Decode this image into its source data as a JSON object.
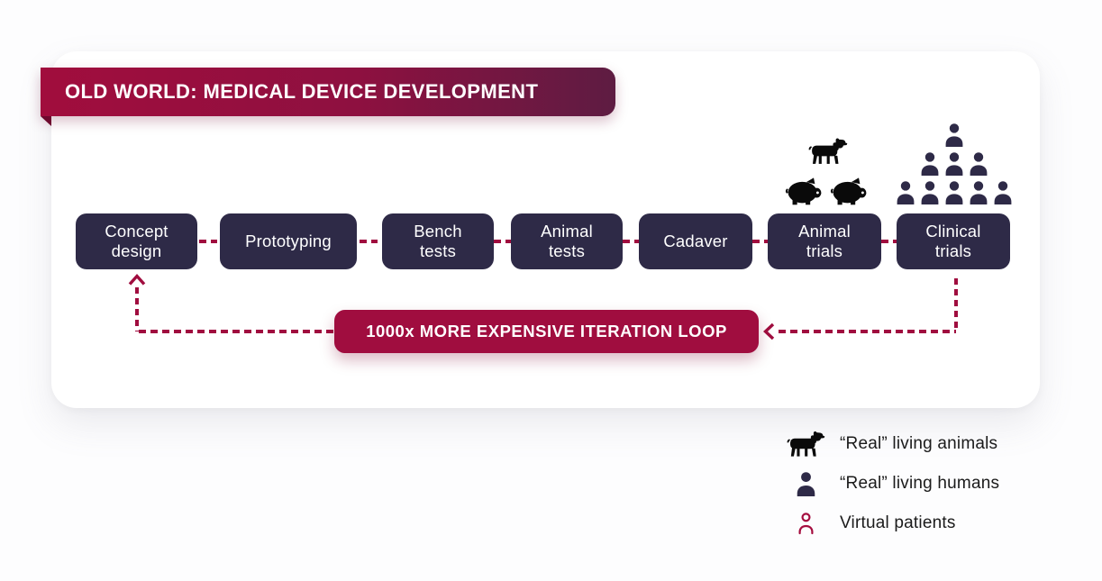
{
  "banner": {
    "title": "OLD WORLD: MEDICAL DEVICE DEVELOPMENT"
  },
  "stages": [
    {
      "label": "Concept design"
    },
    {
      "label": "Prototyping"
    },
    {
      "label": "Bench tests"
    },
    {
      "label": "Animal tests"
    },
    {
      "label": "Cadaver"
    },
    {
      "label": "Animal trials"
    },
    {
      "label": "Clinical trials"
    }
  ],
  "loop": {
    "label": "1000x MORE EXPENSIVE ITERATION LOOP"
  },
  "legend": [
    {
      "icon": "cow-icon",
      "label": "“Real” living animals"
    },
    {
      "icon": "person-filled-icon",
      "label": "“Real” living humans"
    },
    {
      "icon": "person-outline-icon",
      "label": "Virtual patients"
    }
  ],
  "colors": {
    "crimson": "#A00D3F",
    "banner_gradient_start": "#A10D3D",
    "banner_gradient_end": "#5E1C42",
    "box_navy": "#2E2A47",
    "icon_black": "#0A0A0A",
    "legend_text": "#1B1B1B",
    "card_background": "#FFFFFF"
  }
}
